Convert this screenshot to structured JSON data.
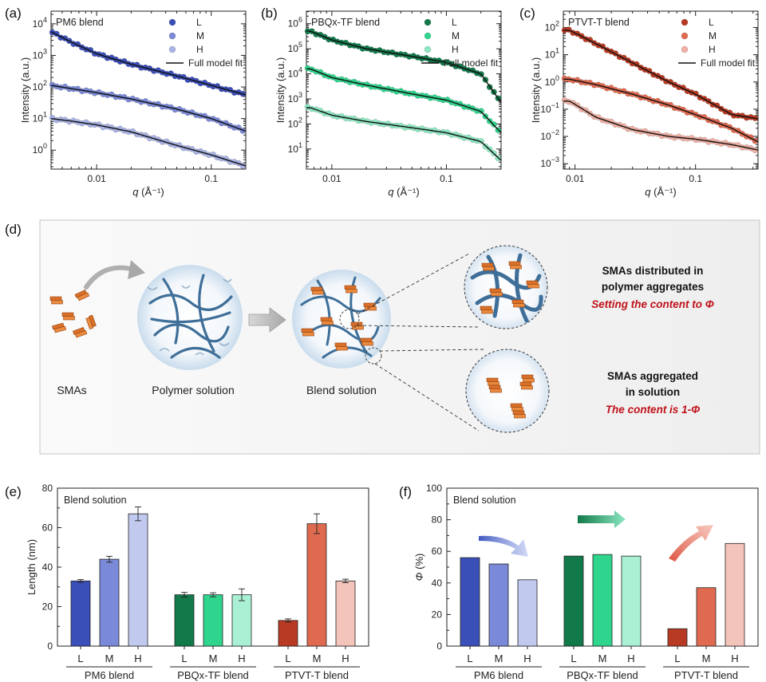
{
  "panel_labels": [
    "(a)",
    "(b)",
    "(c)",
    "(d)",
    "(e)",
    "(f)"
  ],
  "chart_data": [
    {
      "id": "a",
      "type": "scatter",
      "title": "PM6 blend",
      "xlabel_sym": "q",
      "xlabel_unit": "(Å⁻¹)",
      "ylabel": "Intensity (a.u.)",
      "xscale": "log",
      "yscale": "log",
      "xlim": [
        0.004,
        0.2
      ],
      "ylim_exp": [
        -0.6,
        4.4
      ],
      "xticks": [
        {
          "v": 0.01,
          "label": "0.01"
        },
        {
          "v": 0.1,
          "label": "0.1"
        }
      ],
      "yticks_exp": [
        0,
        1,
        2,
        3,
        4
      ],
      "legend": [
        "L",
        "M",
        "H",
        "Full model fit"
      ],
      "colors": [
        "#3b4fb8",
        "#7b8ad8",
        "#a9b3e6"
      ],
      "series": [
        {
          "name": "L",
          "anchors": [
            [
              0.004,
              3.75
            ],
            [
              0.006,
              3.42
            ],
            [
              0.01,
              3.05
            ],
            [
              0.02,
              2.72
            ],
            [
              0.05,
              2.35
            ],
            [
              0.1,
              2.05
            ],
            [
              0.2,
              1.75
            ]
          ]
        },
        {
          "name": "M",
          "anchors": [
            [
              0.004,
              2.05
            ],
            [
              0.006,
              1.95
            ],
            [
              0.01,
              1.82
            ],
            [
              0.02,
              1.62
            ],
            [
              0.05,
              1.3
            ],
            [
              0.1,
              1.0
            ],
            [
              0.2,
              0.6
            ]
          ]
        },
        {
          "name": "H",
          "anchors": [
            [
              0.004,
              1.0
            ],
            [
              0.006,
              0.92
            ],
            [
              0.01,
              0.8
            ],
            [
              0.02,
              0.58
            ],
            [
              0.05,
              0.15
            ],
            [
              0.1,
              -0.15
            ],
            [
              0.2,
              -0.5
            ]
          ]
        }
      ]
    },
    {
      "id": "b",
      "type": "scatter",
      "title": "PBQx-TF blend",
      "xlabel_sym": "q",
      "xlabel_unit": "(Å⁻¹)",
      "ylabel": "Intensity (a.u.)",
      "xscale": "log",
      "yscale": "log",
      "xlim": [
        0.006,
        0.3
      ],
      "ylim_exp": [
        0.2,
        6.5
      ],
      "xticks": [
        {
          "v": 0.01,
          "label": "0.01"
        },
        {
          "v": 0.1,
          "label": "0.1"
        }
      ],
      "yticks_exp": [
        1,
        2,
        3,
        4,
        5,
        6
      ],
      "legend": [
        "L",
        "M",
        "H",
        "Full model fit"
      ],
      "colors": [
        "#127a4a",
        "#2fd48d",
        "#8de8c2"
      ],
      "series": [
        {
          "name": "L",
          "anchors": [
            [
              0.0065,
              5.7
            ],
            [
              0.01,
              5.35
            ],
            [
              0.02,
              5.0
            ],
            [
              0.05,
              4.7
            ],
            [
              0.1,
              4.45
            ],
            [
              0.2,
              4.0
            ],
            [
              0.3,
              2.85
            ]
          ]
        },
        {
          "name": "M",
          "anchors": [
            [
              0.0065,
              4.2
            ],
            [
              0.01,
              3.85
            ],
            [
              0.02,
              3.55
            ],
            [
              0.05,
              3.2
            ],
            [
              0.1,
              2.95
            ],
            [
              0.2,
              2.5
            ],
            [
              0.3,
              1.65
            ]
          ]
        },
        {
          "name": "H",
          "anchors": [
            [
              0.0065,
              2.65
            ],
            [
              0.01,
              2.35
            ],
            [
              0.02,
              2.1
            ],
            [
              0.05,
              1.85
            ],
            [
              0.1,
              1.65
            ],
            [
              0.2,
              1.3
            ],
            [
              0.3,
              0.55
            ]
          ]
        }
      ]
    },
    {
      "id": "c",
      "type": "scatter",
      "title": "PTVT-T blend",
      "xlabel_sym": "q",
      "xlabel_unit": "(Å⁻¹)",
      "ylabel": "Intensity (a.u.)",
      "xscale": "log",
      "yscale": "log",
      "xlim": [
        0.008,
        0.33
      ],
      "ylim_exp": [
        -3.2,
        2.6
      ],
      "xticks": [
        {
          "v": 0.01,
          "label": "0.01"
        },
        {
          "v": 0.1,
          "label": "0.1"
        }
      ],
      "yticks_exp": [
        -3,
        -2,
        -1,
        0,
        1,
        2
      ],
      "legend": [
        "L",
        "M",
        "H",
        "Full model fit"
      ],
      "colors": [
        "#b83a22",
        "#e06a50",
        "#f0b0a4"
      ],
      "series": [
        {
          "name": "L",
          "anchors": [
            [
              0.009,
              1.9
            ],
            [
              0.015,
              1.4
            ],
            [
              0.03,
              0.7
            ],
            [
              0.06,
              0.0
            ],
            [
              0.1,
              -0.45
            ],
            [
              0.2,
              -1.2
            ],
            [
              0.33,
              -1.35
            ]
          ]
        },
        {
          "name": "M",
          "anchors": [
            [
              0.009,
              0.1
            ],
            [
              0.015,
              -0.1
            ],
            [
              0.03,
              -0.45
            ],
            [
              0.06,
              -0.85
            ],
            [
              0.1,
              -1.2
            ],
            [
              0.2,
              -1.7
            ],
            [
              0.33,
              -2.2
            ]
          ]
        },
        {
          "name": "H",
          "anchors": [
            [
              0.009,
              -0.7
            ],
            [
              0.015,
              -1.3
            ],
            [
              0.03,
              -1.75
            ],
            [
              0.06,
              -2.0
            ],
            [
              0.1,
              -2.1
            ],
            [
              0.2,
              -2.3
            ],
            [
              0.33,
              -2.5
            ]
          ]
        }
      ]
    },
    {
      "id": "e",
      "type": "bar",
      "inset_label": "Blend solution",
      "ylabel": "Length (nm)",
      "ylim": [
        0,
        80
      ],
      "yticks": [
        0,
        20,
        40,
        60,
        80
      ],
      "groups": [
        {
          "name": "PM6 blend",
          "categories": [
            "L",
            "M",
            "H"
          ],
          "values": [
            33,
            44,
            67
          ],
          "errors": [
            0.7,
            1.5,
            3.5
          ],
          "colors": [
            "#3b4fb8",
            "#7b8ad8",
            "#c2c9ee"
          ]
        },
        {
          "name": "PBQx-TF blend",
          "categories": [
            "L",
            "M",
            "H"
          ],
          "values": [
            26,
            26,
            26
          ],
          "errors": [
            1.2,
            1.0,
            3.0
          ],
          "colors": [
            "#127a4a",
            "#2fd48d",
            "#aaf0d4"
          ]
        },
        {
          "name": "PTVT-T blend",
          "categories": [
            "L",
            "M",
            "H"
          ],
          "values": [
            13,
            62,
            33
          ],
          "errors": [
            0.8,
            5.0,
            0.9
          ],
          "colors": [
            "#b83a22",
            "#e06a50",
            "#f3c4ba"
          ]
        }
      ]
    },
    {
      "id": "f",
      "type": "bar",
      "inset_label": "Blend solution",
      "ylabel_sym": "Φ",
      "ylabel_unit": "(%)",
      "ylim": [
        0,
        100
      ],
      "yticks": [
        0,
        20,
        40,
        60,
        80,
        100
      ],
      "groups": [
        {
          "name": "PM6 blend",
          "categories": [
            "L",
            "M",
            "H"
          ],
          "values": [
            56,
            52,
            42
          ],
          "colors": [
            "#3b4fb8",
            "#7b8ad8",
            "#c2c9ee"
          ]
        },
        {
          "name": "PBQx-TF blend",
          "categories": [
            "L",
            "M",
            "H"
          ],
          "values": [
            57,
            58,
            57
          ],
          "colors": [
            "#127a4a",
            "#2fd48d",
            "#aaf0d4"
          ]
        },
        {
          "name": "PTVT-T blend",
          "categories": [
            "L",
            "M",
            "H"
          ],
          "values": [
            11,
            37,
            65
          ],
          "colors": [
            "#b83a22",
            "#e06a50",
            "#f3c4ba"
          ]
        }
      ]
    }
  ],
  "diagram": {
    "labels": {
      "smas": "SMAs",
      "polymer_solution": "Polymer solution",
      "blend_solution": "Blend solution"
    },
    "upper_text": [
      "SMAs distributed in",
      "polymer aggregates"
    ],
    "upper_red": "Setting the content to Φ",
    "lower_text": [
      "SMAs aggregated",
      "in solution"
    ],
    "lower_red": "The content is 1-Φ"
  }
}
